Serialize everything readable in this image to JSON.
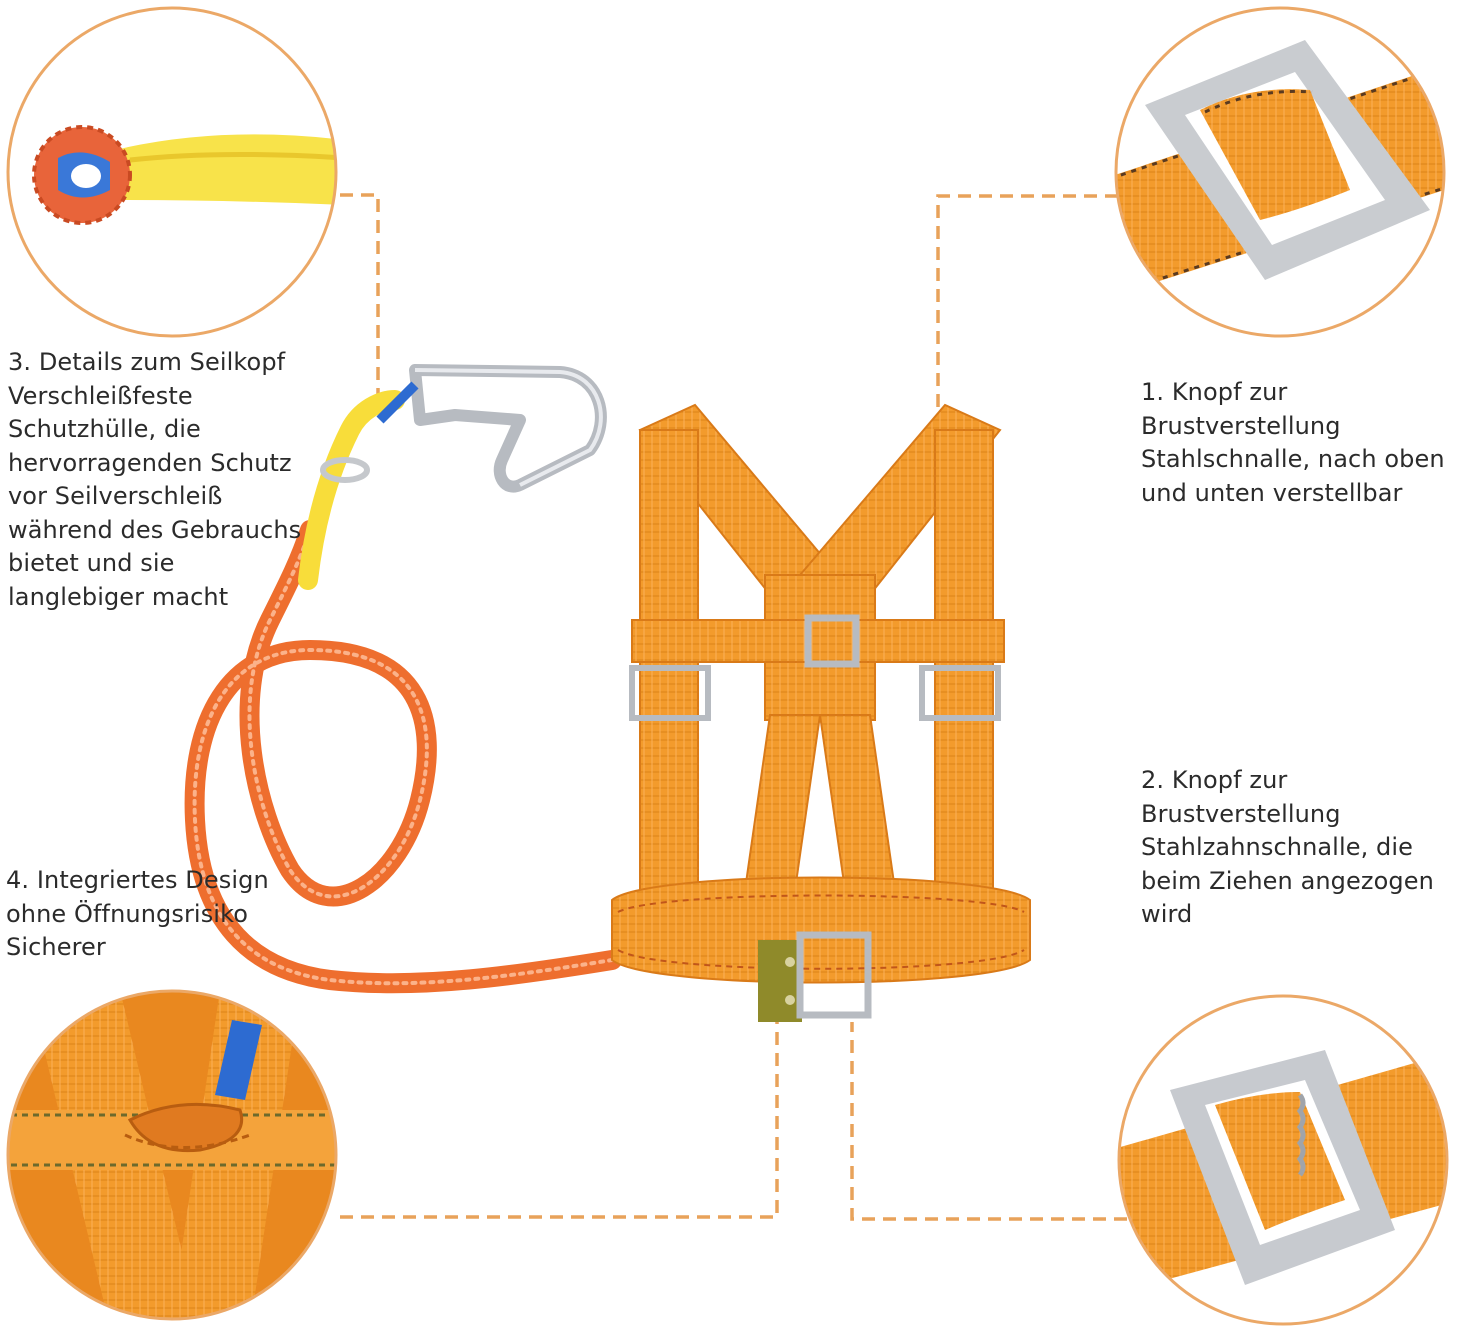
{
  "accent_color": "#e8a25a",
  "labels": {
    "rope_head": {
      "lines": [
        "3. Details zum Seilkopf",
        "Verschleißfeste",
        "Schutzhülle, die",
        "hervorragenden Schutz",
        "vor Seilverschleiß",
        "während des Gebrauchs",
        "bietet und sie",
        "langlebiger macht"
      ]
    },
    "chest_buckle_1": {
      "lines": [
        "1. Knopf zur",
        "Brustverstellung",
        "Stahlschnalle, nach oben",
        "und unten verstellbar"
      ]
    },
    "chest_buckle_2": {
      "lines": [
        "2. Knopf zur",
        "Brustverstellung",
        "Stahlzahnschnalle, die",
        "beim Ziehen angezogen",
        "wird"
      ]
    },
    "integrated_design": {
      "lines": [
        "4. Integriertes Design",
        "ohne Öffnungsrisiko",
        "Sicherer"
      ]
    }
  }
}
